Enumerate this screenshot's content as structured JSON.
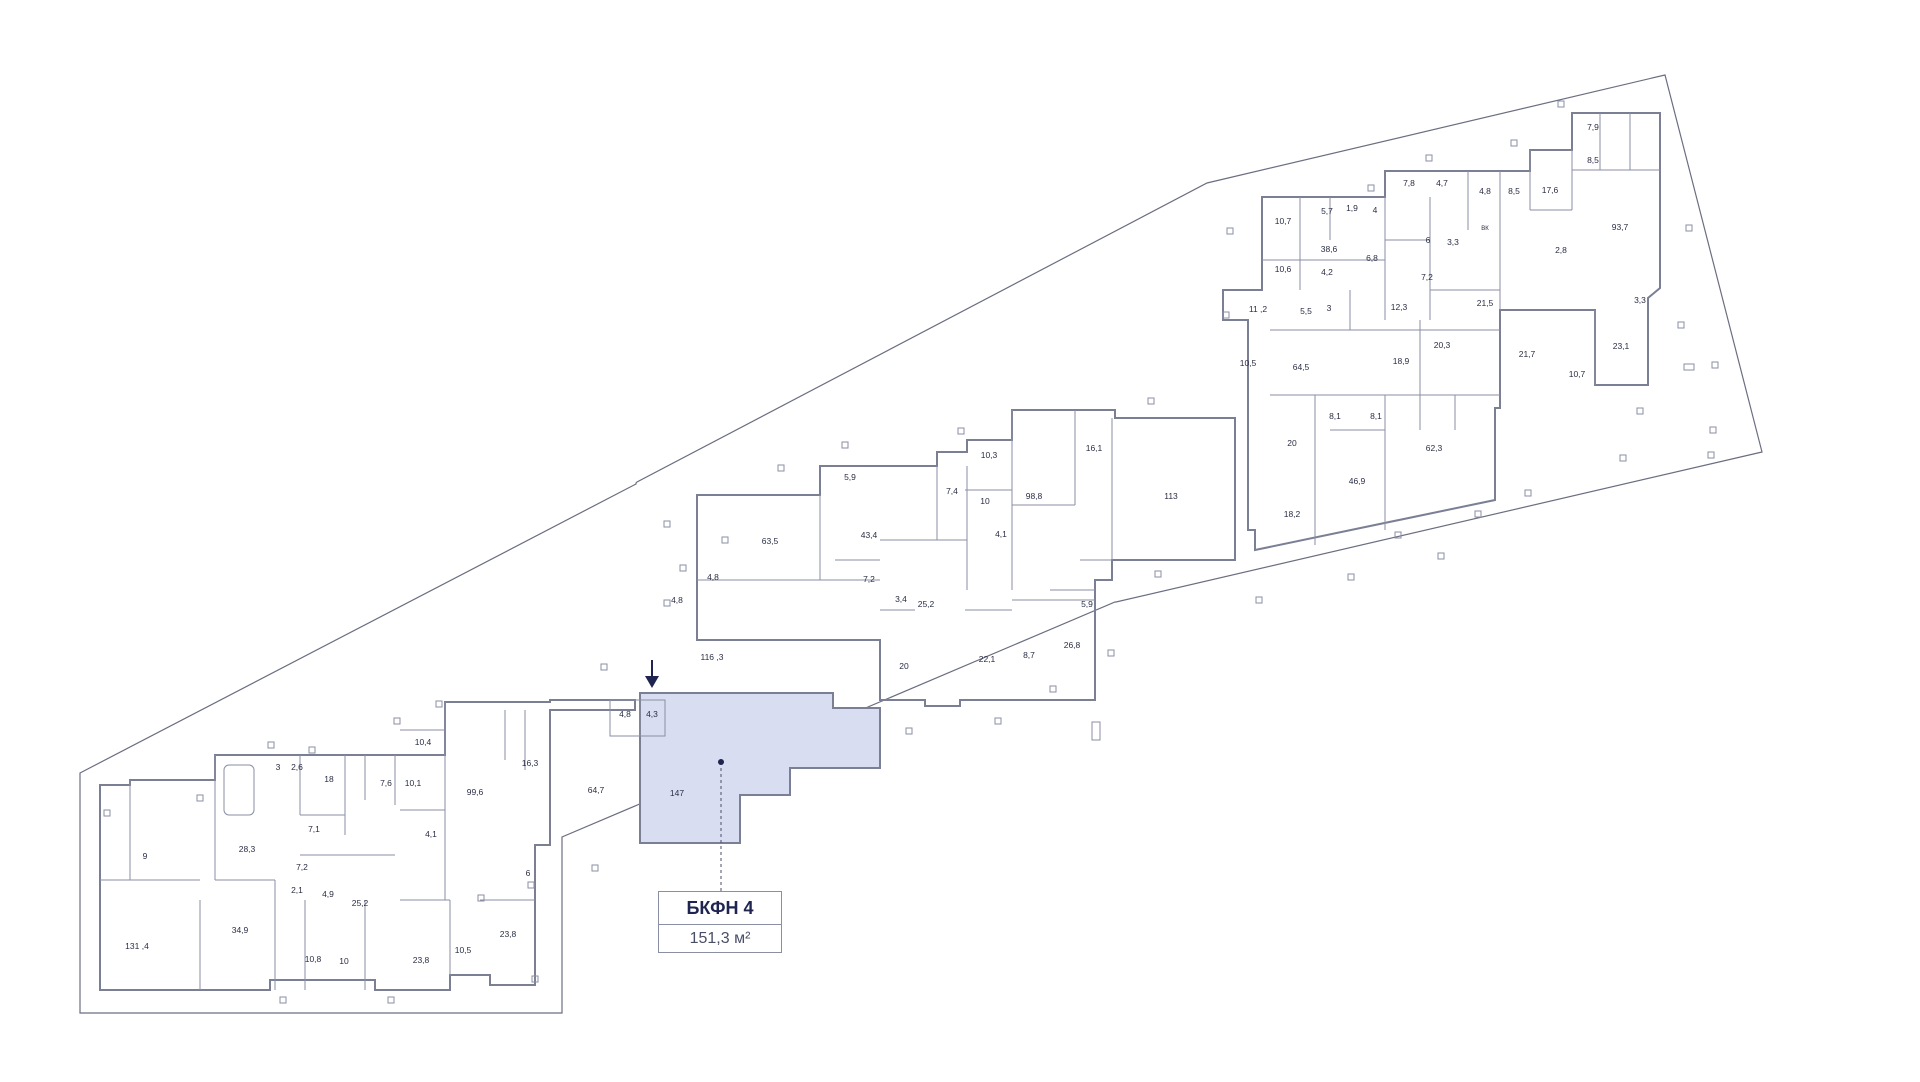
{
  "selected_unit": {
    "name": "БКФН 4",
    "area": "151,3 м²",
    "room_area": "147",
    "highlight_color": "#d9ddf2"
  },
  "entrance_marker": "arrow-down",
  "rooms": {
    "r_7_9": "7,9",
    "r_8_5a": "8,5",
    "r_17_6": "17,6",
    "r_93_7": "93,7",
    "r_7_8": "7,8",
    "r_4_7": "4,7",
    "r_4_8a": "4,8",
    "r_8_5b": "8,5",
    "r_10_7a": "10,7",
    "r_5_7": "5,7",
    "r_1_9": "1,9",
    "r_4": "4",
    "r_6": "6",
    "r_3_3a": "3,3",
    "r_2_8": "2,8",
    "r_38_6": "38,6",
    "r_6_8": "6,8",
    "r_10_6": "10,6",
    "r_4_2": "4,2",
    "r_7_2a": "7,2",
    "r_3_3b": "3,3",
    "r_11_2": "11 ,2",
    "r_5_5": "5,5",
    "r_3": "3",
    "r_12_3": "12,3",
    "r_21_5": "21,5",
    "r_20_3": "20,3",
    "r_23_1": "23,1",
    "r_10_5a": "10,5",
    "r_64_5": "64,5",
    "r_18_9": "18,9",
    "r_21_7": "21,7",
    "r_10_7b": "10,7",
    "r_8_1a": "8,1",
    "r_8_1b": "8,1",
    "r_20a": "20",
    "r_62_3": "62,3",
    "r_46_9": "46,9",
    "r_18_2": "18,2",
    "r_16_1": "16,1",
    "r_113": "113",
    "r_10_3": "10,3",
    "r_98_8": "98,8",
    "r_5_9a": "5,9",
    "r_7_4": "7,4",
    "r_10a": "10",
    "r_43_4": "43,4",
    "r_4_1a": "4,1",
    "r_63_5": "63,5",
    "r_7_2b": "7,2",
    "r_3_4": "3,4",
    "r_25_2a": "25,2",
    "r_4_8b": "4,8",
    "r_4_8c": "4,8",
    "r_5_9b": "5,9",
    "r_116_3": "116 ,3",
    "r_22_1": "22,1",
    "r_8_7": "8,7",
    "r_26_8": "26,8",
    "r_20b": "20",
    "r_4_8d": "4,8",
    "r_4_3": "4,3",
    "r_64_7": "64,7",
    "r_16_3": "16,3",
    "r_10_4": "10,4",
    "r_99_6": "99,6",
    "r_3b": "3",
    "r_2_6": "2,6",
    "r_18": "18",
    "r_7_6": "7,6",
    "r_10_1": "10,1",
    "r_28_3": "28,3",
    "r_7_1": "7,1",
    "r_4_1b": "4,1",
    "r_9": "9",
    "r_7_2c": "7,2",
    "r_2_1": "2,1",
    "r_4_9": "4,9",
    "r_25_2b": "25,2",
    "r_6b": "6",
    "r_131_4": "131 ,4",
    "r_34_9": "34,9",
    "r_10_8": "10,8",
    "r_10b": "10",
    "r_23_8a": "23,8",
    "r_10_5b": "10,5",
    "r_23_8b": "23,8",
    "r_bk": "ВК"
  }
}
